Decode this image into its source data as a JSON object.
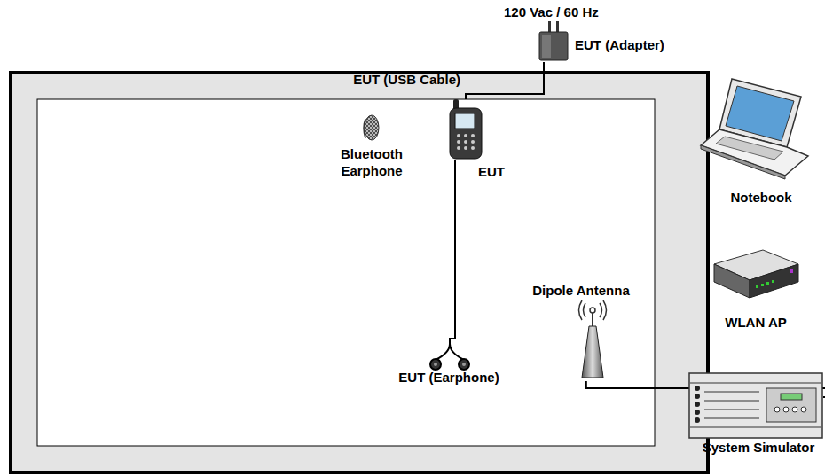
{
  "diagram": {
    "nodes": [
      {
        "text": [
          "EUT (Adapter)"
        ]
      },
      {
        "text": [
          "Bluetooth Earphone"
        ]
      },
      {
        "text": [
          "EUT"
        ]
      },
      {
        "text": [
          "Notebook"
        ]
      },
      {
        "text": [
          "WLAN AP"
        ]
      },
      {
        "text": [
          "Dipole Antenna"
        ]
      },
      {
        "text": [
          "EUT (Earphone)"
        ]
      },
      {
        "text": [
          "System Simulator"
        ]
      }
    ],
    "edges": [
      {
        "from": 0,
        "to": 2,
        "label": "EUT (USB Cable)",
        "arrow": "none"
      },
      {
        "from": 2,
        "to": 6,
        "arrow": "none"
      },
      {
        "from": 5,
        "to": 7,
        "arrow": "none"
      }
    ],
    "labels": [
      "120 Vac / 60 Hz"
    ]
  }
}
